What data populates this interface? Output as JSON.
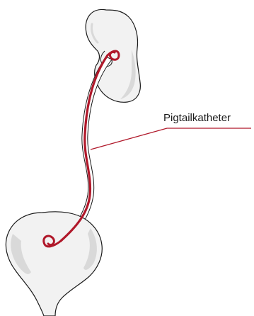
{
  "callout": {
    "label": "Pigtailkatheter"
  },
  "colors": {
    "outline": "#1a1a1a",
    "organ_fill": "#f2f2f2",
    "organ_shade": "#d9d9d9",
    "ureter_fill": "#ffffff",
    "catheter": "#b0182a",
    "leader_line": "#b0182a"
  },
  "icons": {
    "kidney": "kidney-organ",
    "bladder": "bladder-organ",
    "catheter": "pigtail-catheter"
  }
}
